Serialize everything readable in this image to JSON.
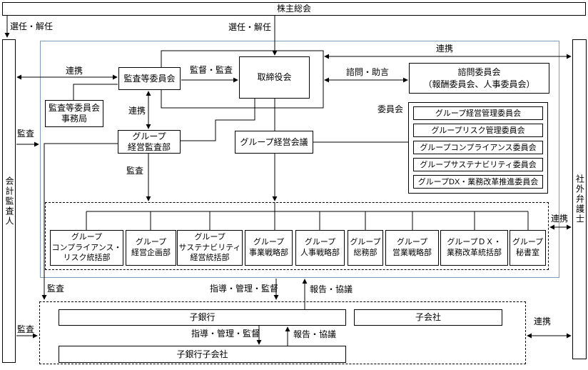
{
  "nodes": {
    "shareholders": "株主総会",
    "accounting_auditor": "会計監査人",
    "outside_lawyer": "社外弁護士",
    "audit_committee": "監査等委員会",
    "audit_committee_office": "監査等委員会\n事務局",
    "board": "取締役会",
    "advisory_committee": "諮問委員会\n（報酬委員会、人事委員会）",
    "group_audit_dept": "グループ\n経営監査部",
    "group_mgmt_council": "グループ経営会議",
    "committees_caption": "委員会",
    "committees": [
      "グループ経営管理委員会",
      "グループリスク管理委員会",
      "グループコンプライアンス委員会",
      "グループサステナビリティ委員会",
      "グループDX・業務改革推進委員会"
    ],
    "departments": [
      "グループ\nコンプライアンス・\nリスク統括部",
      "グループ\n経営企画部",
      "グループ\nサステナビリティ\n経営統括部",
      "グループ\n事業戦略部",
      "グループ\n人事戦略部",
      "グループ\n総務部",
      "グループ\n営業戦略部",
      "グループＤＸ・\n業務改革統括部",
      "グループ\n秘書室"
    ],
    "sub_bank": "子銀行",
    "subsidiary": "子会社",
    "sub_bank_subsidiary": "子銀行子会社"
  },
  "labels": {
    "appointment": "選任・解任",
    "cooperation": "連携",
    "supervision_audit": "監督・監査",
    "consultation_advice": "諮問・助言",
    "audit": "監査",
    "guidance": "指導・管理・監督",
    "report_consult": "報告・協議"
  },
  "colors": {
    "frame_blue": "#7f9db9",
    "line": "#000000"
  }
}
